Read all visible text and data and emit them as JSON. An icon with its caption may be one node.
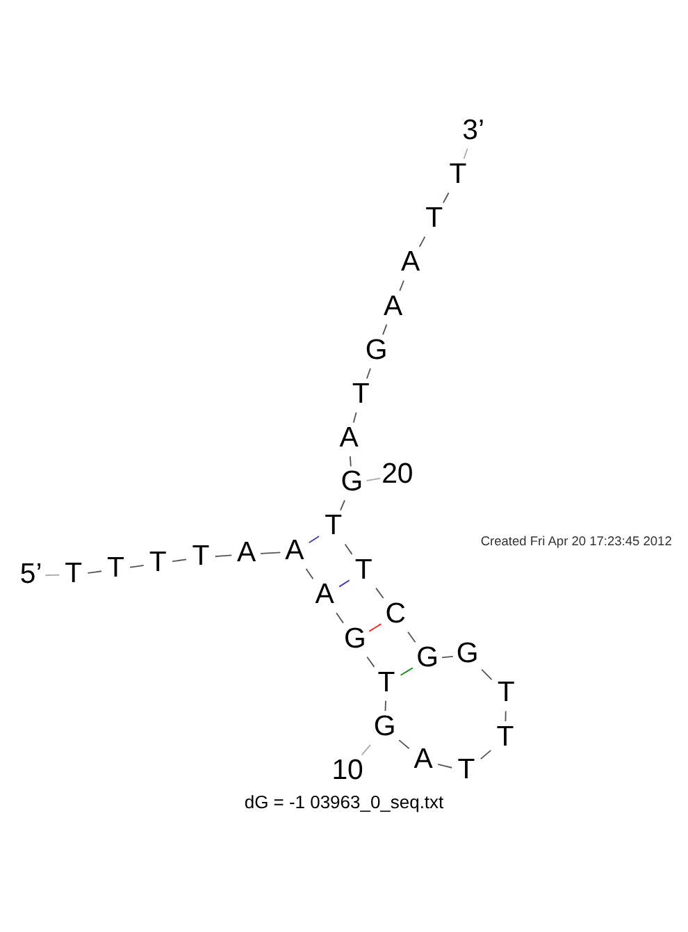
{
  "diagram": {
    "caption": "dG = -1 03963_0_seq.txt",
    "nodes": [
      {
        "text": [
          "T"
        ]
      },
      {
        "text": [
          "T"
        ]
      },
      {
        "text": [
          "T"
        ]
      },
      {
        "text": [
          "T"
        ]
      },
      {
        "text": [
          "A"
        ]
      },
      {
        "text": [
          "A"
        ]
      },
      {
        "text": [
          "A"
        ]
      },
      {
        "text": [
          "G"
        ]
      },
      {
        "text": [
          "T"
        ]
      },
      {
        "text": [
          "G"
        ]
      },
      {
        "text": [
          "A"
        ]
      },
      {
        "text": [
          "T"
        ]
      },
      {
        "text": [
          "T"
        ]
      },
      {
        "text": [
          "T"
        ]
      },
      {
        "text": [
          "G"
        ]
      },
      {
        "text": [
          "G"
        ]
      },
      {
        "text": [
          "C"
        ]
      },
      {
        "text": [
          "T"
        ]
      },
      {
        "text": [
          "T"
        ]
      },
      {
        "text": [
          "G"
        ]
      },
      {
        "text": [
          "A"
        ]
      },
      {
        "text": [
          "T"
        ]
      },
      {
        "text": [
          "G"
        ]
      },
      {
        "text": [
          "A"
        ]
      },
      {
        "text": [
          "A"
        ]
      },
      {
        "text": [
          "T"
        ]
      },
      {
        "text": [
          "T"
        ]
      },
      {
        "text": [
          "5’"
        ]
      },
      {
        "text": [
          "10"
        ]
      },
      {
        "text": [
          "20"
        ]
      },
      {
        "text": [
          "3’"
        ]
      }
    ],
    "edges": [
      {
        "from": 0,
        "to": 1,
        "arrow": "none"
      },
      {
        "from": 1,
        "to": 2,
        "arrow": "none"
      },
      {
        "from": 2,
        "to": 3,
        "arrow": "none"
      },
      {
        "from": 3,
        "to": 4,
        "arrow": "none"
      },
      {
        "from": 4,
        "to": 5,
        "arrow": "none"
      },
      {
        "from": 5,
        "to": 6,
        "arrow": "none"
      },
      {
        "from": 6,
        "to": 7,
        "arrow": "none"
      },
      {
        "from": 7,
        "to": 8,
        "arrow": "none"
      },
      {
        "from": 8,
        "to": 9,
        "arrow": "none"
      },
      {
        "from": 9,
        "to": 10,
        "arrow": "none"
      },
      {
        "from": 10,
        "to": 11,
        "arrow": "none"
      },
      {
        "from": 11,
        "to": 12,
        "arrow": "none"
      },
      {
        "from": 12,
        "to": 13,
        "arrow": "none"
      },
      {
        "from": 13,
        "to": 14,
        "arrow": "none"
      },
      {
        "from": 14,
        "to": 15,
        "arrow": "none"
      },
      {
        "from": 15,
        "to": 16,
        "arrow": "none"
      },
      {
        "from": 16,
        "to": 17,
        "arrow": "none"
      },
      {
        "from": 17,
        "to": 18,
        "arrow": "none"
      },
      {
        "from": 18,
        "to": 19,
        "arrow": "none"
      },
      {
        "from": 19,
        "to": 20,
        "arrow": "none"
      },
      {
        "from": 20,
        "to": 21,
        "arrow": "none"
      },
      {
        "from": 21,
        "to": 22,
        "arrow": "none"
      },
      {
        "from": 22,
        "to": 23,
        "arrow": "none"
      },
      {
        "from": 23,
        "to": 24,
        "arrow": "none"
      },
      {
        "from": 24,
        "to": 25,
        "arrow": "none"
      },
      {
        "from": 25,
        "to": 26,
        "arrow": "none"
      },
      {
        "from": 8,
        "to": 15,
        "arrow": "none",
        "color": "#1a8a1a"
      },
      {
        "from": 7,
        "to": 16,
        "arrow": "none",
        "color": "#ff2020"
      },
      {
        "from": 6,
        "to": 17,
        "arrow": "none",
        "color": "#4a3ab0"
      },
      {
        "from": 5,
        "to": 18,
        "arrow": "none",
        "color": "#4a3ab0"
      },
      {
        "from": 27,
        "to": 0,
        "arrow": "none",
        "color": "#aaaaaa"
      },
      {
        "from": 28,
        "to": 9,
        "arrow": "none",
        "color": "#aaaaaa"
      },
      {
        "from": 29,
        "to": 19,
        "arrow": "none",
        "color": "#aaaaaa"
      },
      {
        "from": 30,
        "to": 26,
        "arrow": "none",
        "color": "#aaaaaa"
      }
    ],
    "labels": [
      "Created Fri Apr 20 17:23:45 2012"
    ]
  }
}
